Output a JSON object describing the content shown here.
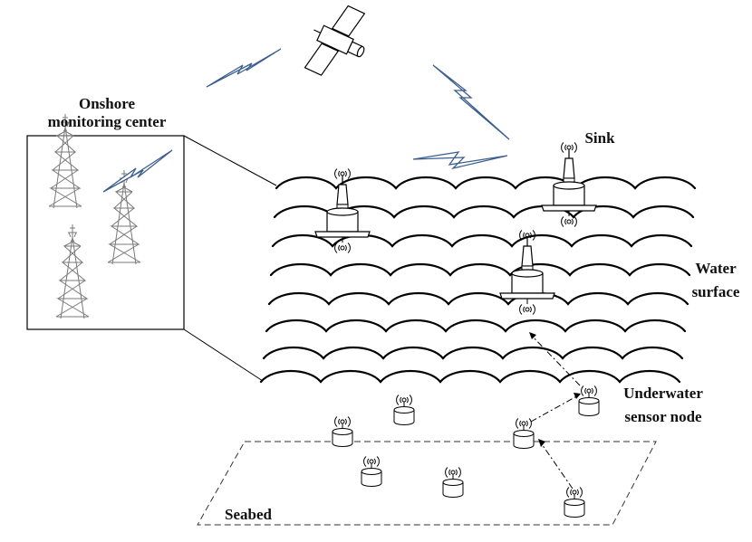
{
  "labels": {
    "onshore_line1": "Onshore",
    "onshore_line2": "monitoring center",
    "sink": "Sink",
    "water_line1": "Water",
    "water_line2": "surface",
    "sensor_line1": "Underwater",
    "sensor_line2": "sensor node",
    "seabed": "Seabed"
  },
  "icons": {
    "satellite": "satellite-icon",
    "tower": "radio-tower-icon",
    "buoy": "buoy-sink-icon",
    "sensor": "sensor-node-icon",
    "link": "lightning-link-icon"
  },
  "colors": {
    "wave": "#000000",
    "link": "#3d5f8f",
    "tower": "#7a7a7a"
  }
}
